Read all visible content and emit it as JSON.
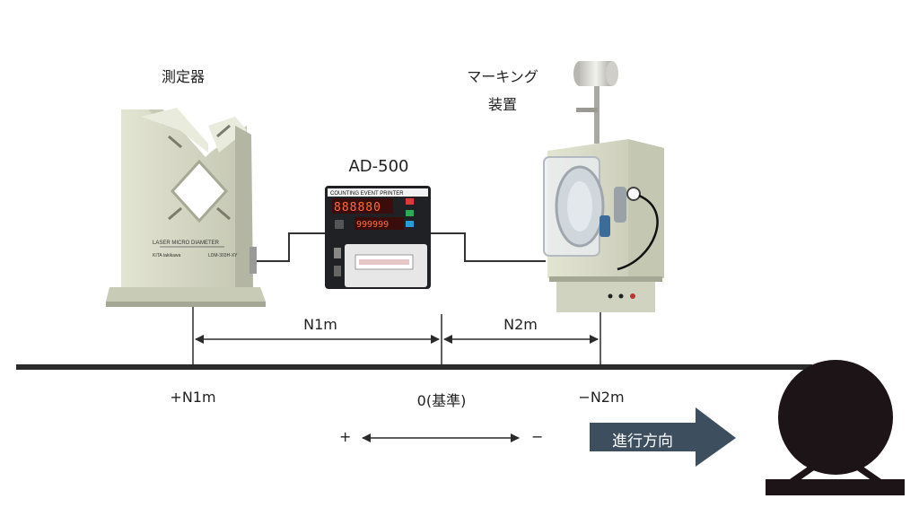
{
  "labels": {
    "measuring_device": "測定器",
    "marking_device_line1": "マーキング",
    "marking_device_line2": "装置",
    "printer_model": "AD-500",
    "distance_n1": "N1m",
    "distance_n2": "N2m",
    "pos_plus_n1": "+N1m",
    "pos_zero": "0(基準)",
    "pos_minus_n2": "−N2m",
    "sign_plus": "+",
    "sign_minus": "−",
    "direction": "進行方向"
  },
  "device_print": {
    "laser_title": "LASER MICRO DIAMETER",
    "laser_brand": "KITA takikawa",
    "laser_model": "LDM-303H-XY",
    "printer_header": "COUNTING  EVENT  PRINTER",
    "counter_display": "888880",
    "preset_display": "999999"
  },
  "colors": {
    "line": "#2b2b2b",
    "arrow_fill": "#3d4f5f",
    "device_body": "#d6d9c5",
    "device_shade": "#b3b6a2",
    "reel": "#1c1416"
  }
}
